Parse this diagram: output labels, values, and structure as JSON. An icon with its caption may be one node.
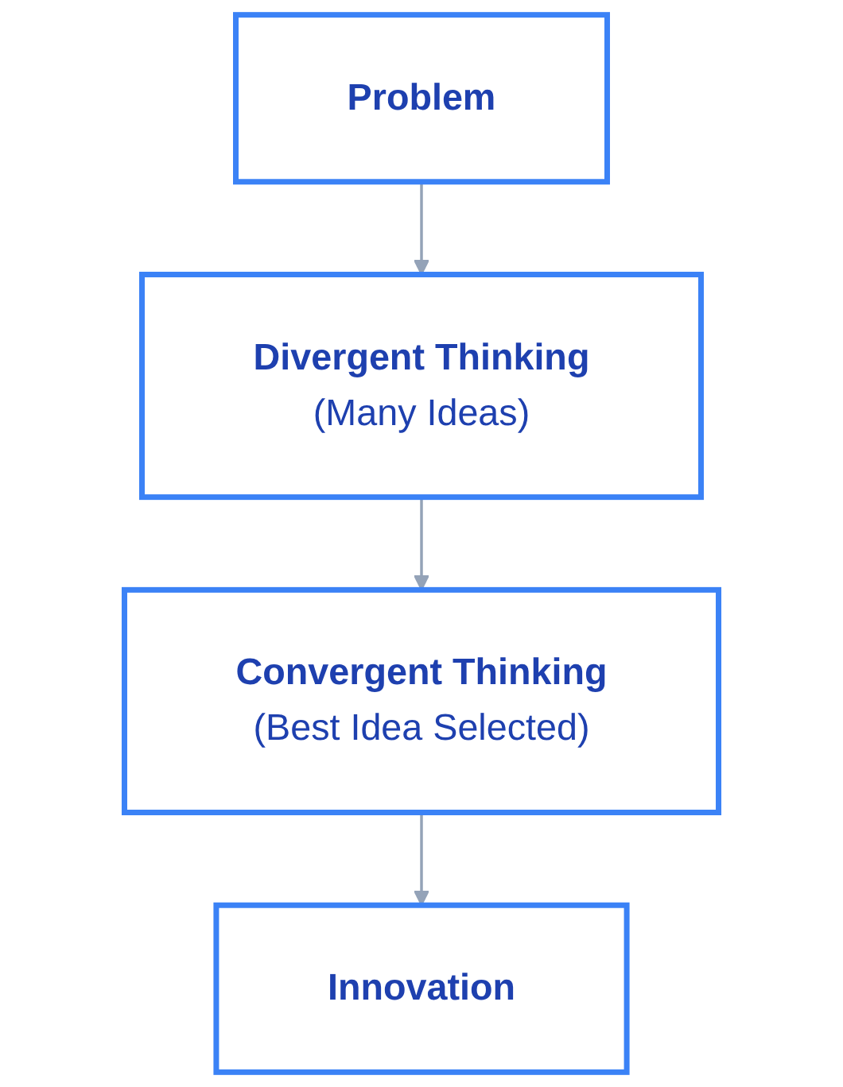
{
  "diagram": {
    "nodes": [
      {
        "text": [
          "Problem"
        ]
      },
      {
        "text": [
          "Divergent Thinking",
          "(Many Ideas)"
        ]
      },
      {
        "text": [
          "Convergent Thinking",
          "(Best Idea Selected)"
        ]
      },
      {
        "text": [
          "Innovation"
        ]
      }
    ],
    "edges": [
      {
        "from": 0,
        "to": 1,
        "arrow": "to"
      },
      {
        "from": 1,
        "to": 2,
        "arrow": "to"
      },
      {
        "from": 2,
        "to": 3,
        "arrow": "to"
      }
    ]
  }
}
